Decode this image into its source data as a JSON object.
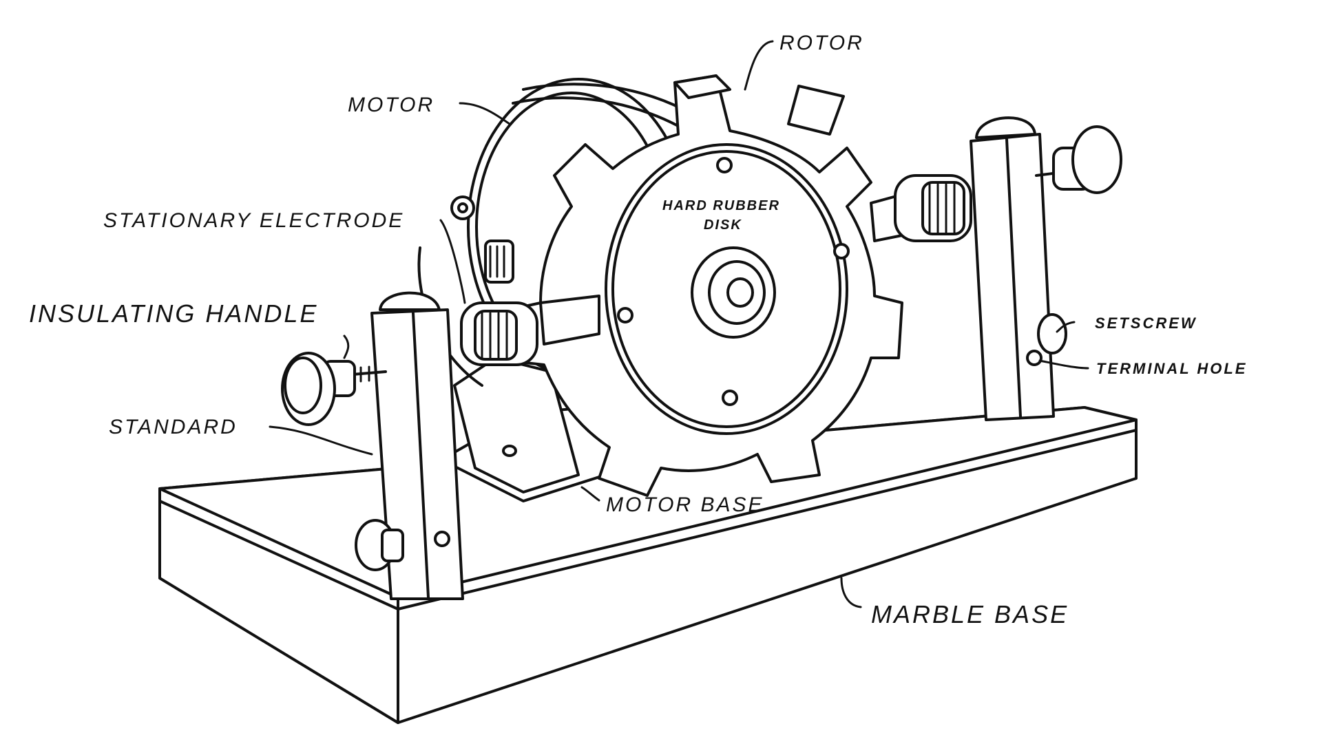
{
  "labels": {
    "rotor": "ROTOR",
    "motor": "MOTOR",
    "stationary_electrode": "STATIONARY ELECTRODE",
    "hard_rubber_disk_line1": "HARD RUBBER",
    "hard_rubber_disk_line2": "DISK",
    "insulating_handle": "INSULATING HANDLE",
    "setscrew": "SETSCREW",
    "terminal_hole": "TERMINAL HOLE",
    "standard": "STANDARD",
    "motor_base": "MOTOR BASE",
    "marble_base": "MARBLE BASE"
  },
  "colors": {
    "ink": "#111111",
    "paper": "#ffffff"
  }
}
